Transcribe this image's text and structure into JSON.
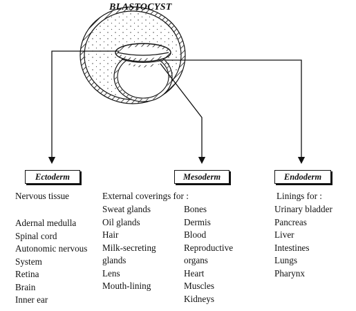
{
  "title": "BLASTOCYST",
  "layers": {
    "ectoderm": {
      "label": "Ectoderm",
      "items": [
        "Nervous tissue",
        "Adernal medulla",
        "Spinal cord",
        "Autonomic nervous",
        "System",
        "Retina",
        "Brain",
        "Inner ear"
      ]
    },
    "mesoderm": {
      "label": "Mesoderm",
      "intro": "External coverings for :",
      "col1": [
        "Sweat glands",
        "Oil glands",
        "Hair",
        "Milk-secreting",
        "glands",
        "Lens",
        "Mouth-lining"
      ],
      "col2": [
        "Bones",
        "Dermis",
        "Blood",
        "Reproductive",
        "organs",
        "Heart",
        "Muscles",
        "Kidneys"
      ]
    },
    "endoderm": {
      "label": "Endoderm",
      "intro": "Linings for :",
      "items": [
        "Urinary bladder",
        "Pancreas",
        "Liver",
        "Intestines",
        "Lungs",
        "Pharynx"
      ]
    }
  },
  "colors": {
    "ink": "#111111",
    "background": "#ffffff"
  }
}
